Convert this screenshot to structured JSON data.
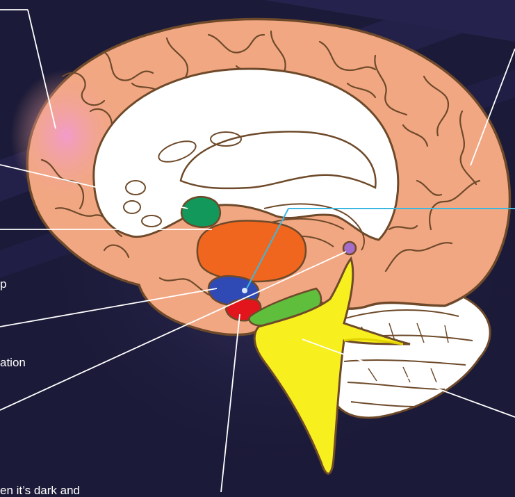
{
  "labels": {
    "p_fragment": "p",
    "ation_fragment": "ation",
    "bottom_fragment": "en it’s dark and"
  },
  "colors": {
    "background": "#1b1a38",
    "cerebrum": "#f2a783",
    "cerebrum_outline": "#6e4a2a",
    "prefrontal": "#ee9bd0",
    "corpus_callosum": "#ffffff",
    "hippocampus_green": "#11985a",
    "thalamus": "#f0661e",
    "hypothalamus": "#2f4ab5",
    "pituitary": "#e3151c",
    "pineal": "#a36dc9",
    "midbrain": "#5fbf3c",
    "brainstem": "#f7ef1e",
    "cerebellum": "#ffffff",
    "callout_line": "#ffffff",
    "callout_blue": "#3bb7e0"
  }
}
